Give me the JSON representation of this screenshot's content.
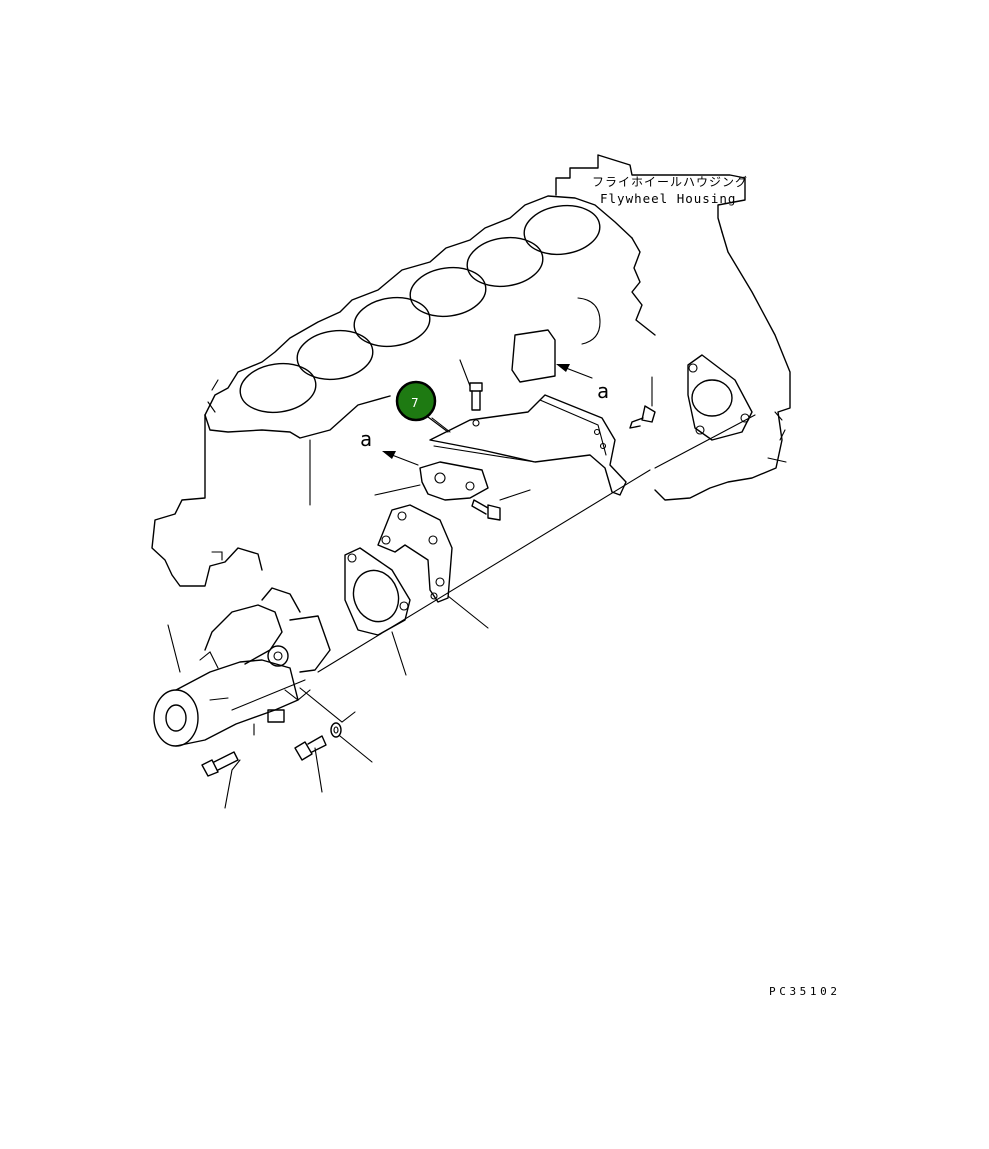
{
  "labels": {
    "flywheel_housing_jp": "フライホイールハウジング",
    "flywheel_housing_en": "Flywheel Housing",
    "view_ref_a1": "a",
    "view_ref_a2": "a",
    "drawing_number": "PC35102"
  },
  "callout": {
    "number": "7",
    "color": "#1e7a12",
    "ring_color": "#000000"
  },
  "line_color": "#000000"
}
